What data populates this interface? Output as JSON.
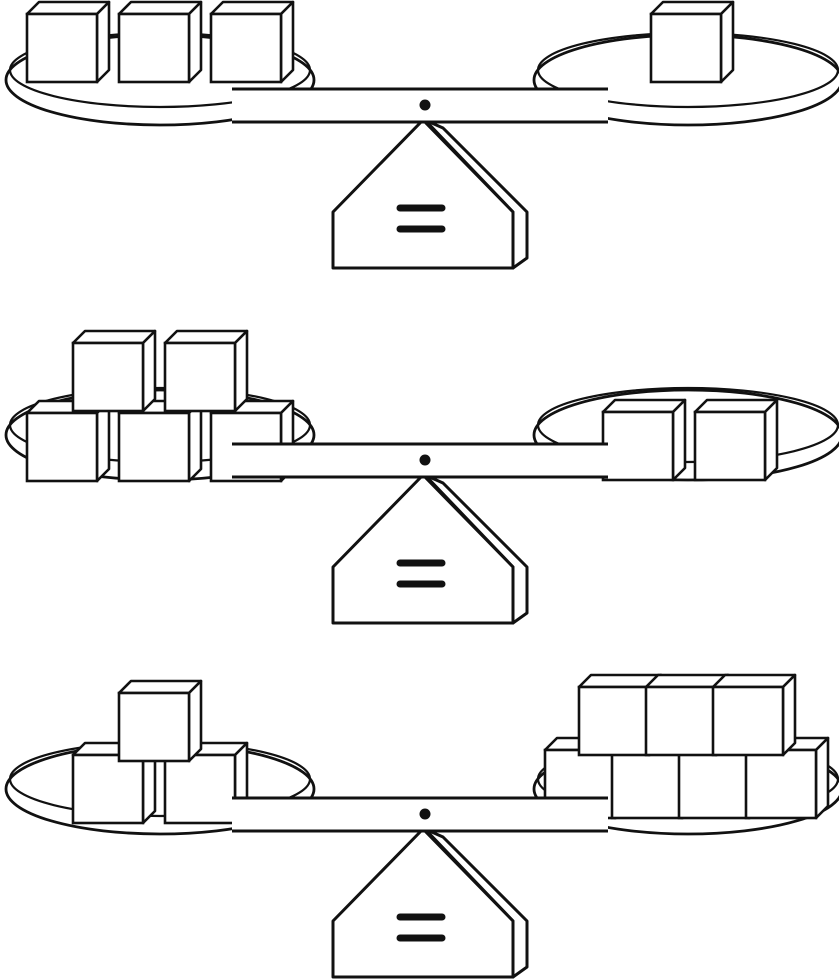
{
  "colors": {
    "stroke": "#111111",
    "fill": "#ffffff"
  },
  "icons": {
    "cube": "cube-icon",
    "pivot": "pivot-dot-icon",
    "equals": "equals-sign-icon"
  },
  "scales": [
    {
      "left_cubes": 3,
      "right_cubes": 1,
      "relation": "="
    },
    {
      "left_cubes": 5,
      "right_cubes": 2,
      "relation": "="
    },
    {
      "left_cubes": 3,
      "right_cubes": 7,
      "relation": "="
    }
  ]
}
